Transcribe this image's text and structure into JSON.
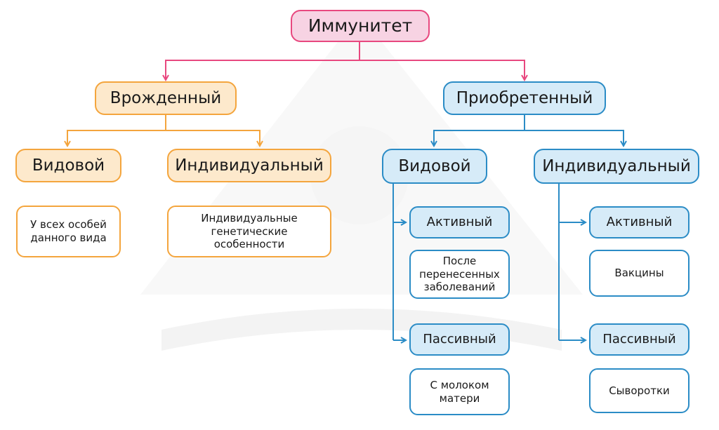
{
  "root": "Иммунитет",
  "innate": {
    "label": "Врожденный",
    "species": {
      "label": "Видовой",
      "note": "У всех особей данного вида"
    },
    "individual": {
      "label": "Индивидуальный",
      "note": "Индивидуальные генетические особенности"
    }
  },
  "acquired": {
    "label": "Приобретенный",
    "species": {
      "label": "Видовой",
      "active": {
        "label": "Активный",
        "note": "После перенесенных заболеваний"
      },
      "passive": {
        "label": "Пассивный",
        "note": "С молоком матери"
      }
    },
    "individual": {
      "label": "Индивидуальный",
      "active": {
        "label": "Активный",
        "note": "Вакцины"
      },
      "passive": {
        "label": "Пассивный",
        "note": "Сыворотки"
      }
    }
  },
  "colors": {
    "root_border": "#e8487f",
    "root_fill": "#f7d3e3",
    "innate_border": "#f4a53d",
    "innate_fill": "#fde9cc",
    "acquired_border": "#2b8cc6",
    "acquired_fill": "#d6ebf8",
    "watermark": "#f1f1f1"
  }
}
